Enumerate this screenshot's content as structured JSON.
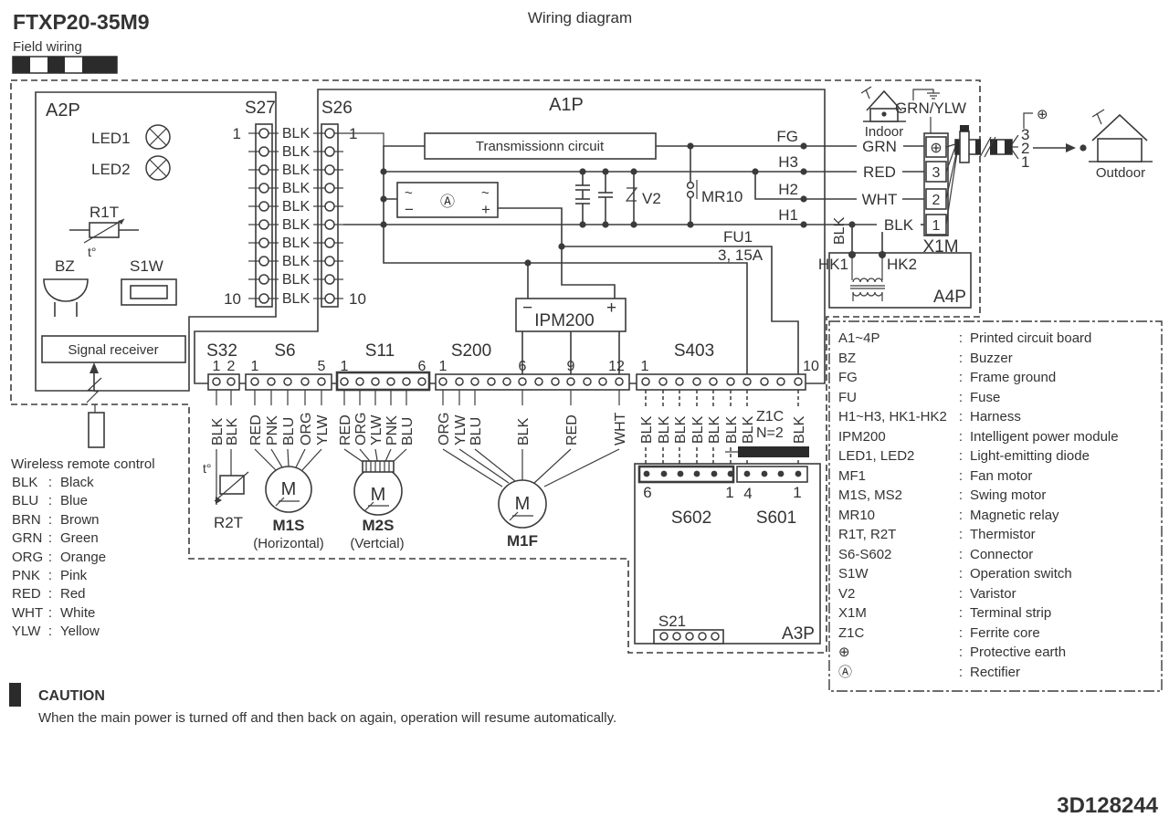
{
  "header": {
    "model": "FTXP20-35M9",
    "field_wiring": "Field wiring",
    "title": "Wiring diagram",
    "doc_number": "3D128244"
  },
  "caution": {
    "label": "CAUTION",
    "text": "When the main power is turned off and then back on again, operation will resume automatically."
  },
  "wireless_remote": {
    "label": "Wireless remote control"
  },
  "wire_colors_legend": {
    "colon": ":",
    "rows": [
      {
        "abbr": "BLK",
        "name": "Black"
      },
      {
        "abbr": "BLU",
        "name": "Blue"
      },
      {
        "abbr": "BRN",
        "name": "Brown"
      },
      {
        "abbr": "GRN",
        "name": "Green"
      },
      {
        "abbr": "ORG",
        "name": "Orange"
      },
      {
        "abbr": "PNK",
        "name": "Pink"
      },
      {
        "abbr": "RED",
        "name": "Red"
      },
      {
        "abbr": "WHT",
        "name": "White"
      },
      {
        "abbr": "YLW",
        "name": "Yellow"
      }
    ]
  },
  "parts_legend": {
    "colon": ":",
    "rows": [
      {
        "term": "A1~4P",
        "def": "Printed circuit board"
      },
      {
        "term": "BZ",
        "def": "Buzzer"
      },
      {
        "term": "FG",
        "def": "Frame ground"
      },
      {
        "term": "FU",
        "def": "Fuse"
      },
      {
        "term": "H1~H3, HK1-HK2",
        "def": "Harness"
      },
      {
        "term": "IPM200",
        "def": "Intelligent power module"
      },
      {
        "term": "LED1, LED2",
        "def": "Light-emitting diode"
      },
      {
        "term": "MF1",
        "def": "Fan motor"
      },
      {
        "term": "M1S, MS2",
        "def": "Swing motor"
      },
      {
        "term": "MR10",
        "def": "Magnetic relay"
      },
      {
        "term": "R1T, R2T",
        "def": "Thermistor"
      },
      {
        "term": "S6-S602",
        "def": "Connector"
      },
      {
        "term": "S1W",
        "def": "Operation switch"
      },
      {
        "term": "V2",
        "def": "Varistor"
      },
      {
        "term": "X1M",
        "def": "Terminal strip"
      },
      {
        "term": "Z1C",
        "def": "Ferrite core"
      },
      {
        "term": "⊕",
        "def": "Protective earth"
      },
      {
        "term": "Ⓐ",
        "def": "Rectifier"
      }
    ]
  },
  "a2p": {
    "label": "A2P",
    "led1": "LED1",
    "led2": "LED2",
    "r1t": "R1T",
    "t_deg": "t°",
    "bz": "BZ",
    "s1w": "S1W",
    "signal_receiver": "Signal receiver"
  },
  "s27_s26": {
    "s27": "S27",
    "s26": "S26",
    "pin_top_left": "1",
    "pin_bottom_left": "10",
    "pin_top_right": "1",
    "pin_bottom_right": "10",
    "rows": [
      "BLK",
      "BLK",
      "BLK",
      "BLK",
      "BLK",
      "BLK",
      "BLK",
      "BLK",
      "BLK",
      "BLK"
    ]
  },
  "a1p": {
    "label": "A1P",
    "transmission": "Transmissionn circuit",
    "rectifier_sym": "Ⓐ",
    "tilde": "~",
    "minus": "−",
    "plus": "+",
    "ipm": "IPM200",
    "v2": "V2",
    "mr10": "MR10",
    "fu1": "FU1",
    "fu1_rating": "3, 15A",
    "fg": "FG",
    "h3": "H3",
    "h2": "H2",
    "h1": "H1"
  },
  "connectors": {
    "s32": {
      "label": "S32",
      "pin1": "1",
      "pin2": "2",
      "wires": [
        "BLK",
        "BLK"
      ]
    },
    "s6": {
      "label": "S6",
      "pin_first": "1",
      "pin_last": "5",
      "wires": [
        "RED",
        "PNK",
        "BLU",
        "ORG",
        "YLW"
      ]
    },
    "s11": {
      "label": "S11",
      "pin_first": "1",
      "pin_last": "6",
      "wires": [
        "RED",
        "ORG",
        "YLW",
        "PNK",
        "BLU"
      ]
    },
    "s200": {
      "label": "S200",
      "mark1": "1",
      "mark6": "6",
      "mark9": "9",
      "mark12": "12",
      "wires": [
        "ORG",
        "YLW",
        "BLU",
        "BLK",
        "RED",
        "WHT"
      ]
    },
    "s403": {
      "label": "S403",
      "pin_first": "1",
      "pin_last": "10",
      "wires": [
        "BLK",
        "BLK",
        "BLK",
        "BLK",
        "BLK",
        "BLK",
        "BLK",
        "BLK"
      ],
      "z1c": "Z1C",
      "n2": "N=2"
    },
    "s602": {
      "label": "S602",
      "pin_left": "6",
      "pin_right": "1"
    },
    "s601": {
      "label": "S601",
      "pin_left": "4",
      "pin_right": "1"
    },
    "s21": {
      "label": "S21"
    }
  },
  "motors": {
    "m": "M",
    "m1s": "M1S",
    "m1s_sub": "(Horizontal)",
    "m2s": "M2S",
    "m2s_sub": "(Vertcial)",
    "m1f": "M1F",
    "r2t": "R2T",
    "t_deg": "t°"
  },
  "right_area": {
    "indoor": "Indoor",
    "outdoor": "Outdoor",
    "grn_ylw": "GRN/YLW",
    "grn": "GRN",
    "red": "RED",
    "wht": "WHT",
    "blk": "BLK",
    "blk_vert": "BLK",
    "x1m": "X1M",
    "earth": "⊕",
    "earth_out": "⊕",
    "t3": "3",
    "t2": "2",
    "t1": "1",
    "o3": "3",
    "o2": "2",
    "o1": "1",
    "hk1": "HK1",
    "hk2": "HK2",
    "a4p": "A4P",
    "a3p": "A3P"
  }
}
